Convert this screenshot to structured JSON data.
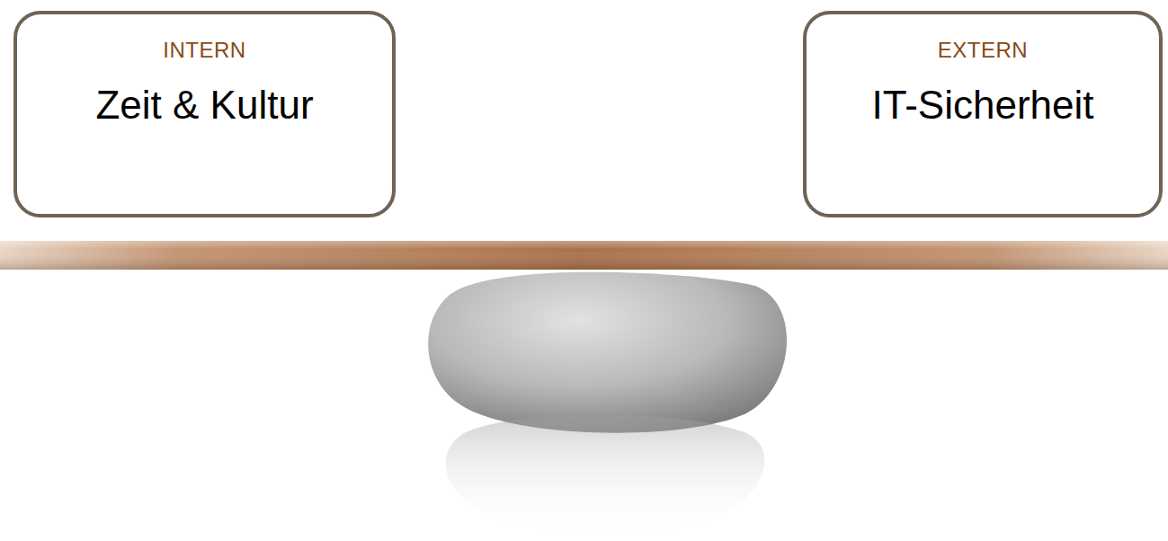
{
  "diagram": {
    "nodes": [
      {
        "text": [
          "INTERN",
          "Zeit & Kultur"
        ]
      },
      {
        "text": [
          "EXTERN",
          "IT-Sicherheit"
        ]
      }
    ]
  }
}
